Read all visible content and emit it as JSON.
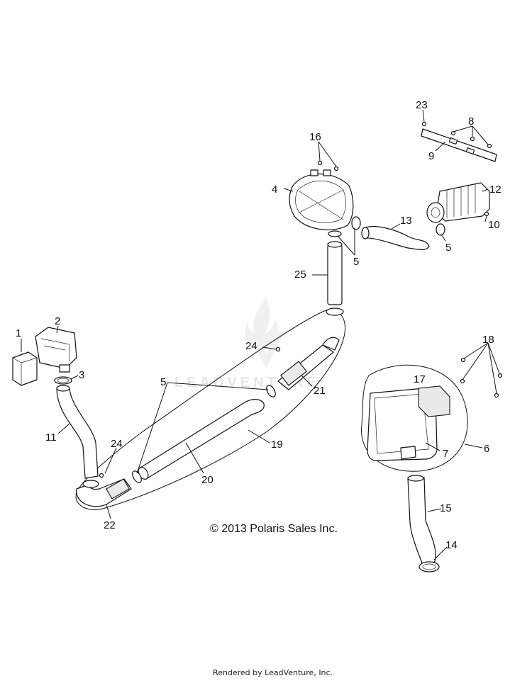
{
  "copyright": "© 2013 Polaris Sales Inc.",
  "footer": "Rendered by LeadVenture, Inc.",
  "watermark": "LEADVENTURE",
  "callouts": [
    "1",
    "2",
    "3",
    "4",
    "5",
    "6",
    "7",
    "8",
    "9",
    "10",
    "11",
    "12",
    "13",
    "14",
    "15",
    "16",
    "17",
    "18",
    "19",
    "20",
    "21",
    "22",
    "23",
    "24",
    "25"
  ],
  "icons": {
    "watermark": "leadventure-flame-logo-icon"
  }
}
